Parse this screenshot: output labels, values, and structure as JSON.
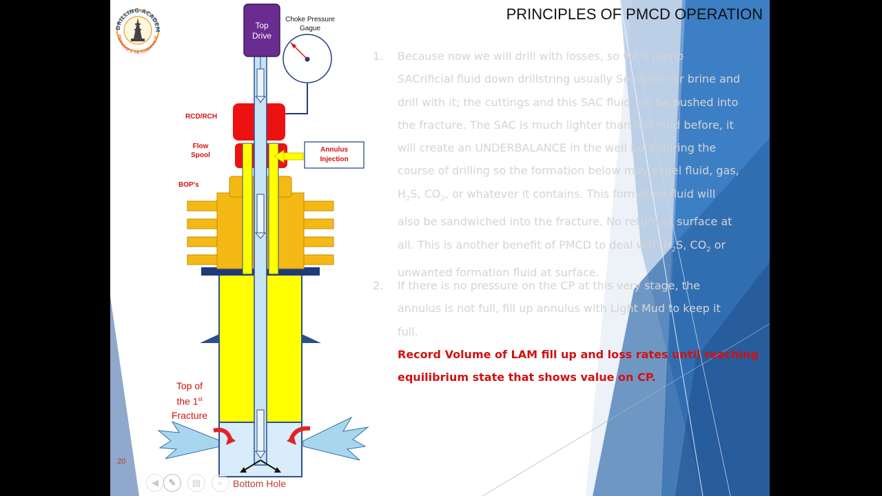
{
  "slide": {
    "title": "PRINCIPLES OF PMCD OPERATION",
    "page_number": "20",
    "logo": {
      "ring_text": "DRILLING-ACADEMY.COM",
      "tagline": "KNOWLEDGE IS THE FOUNDATION OF SUCCESS"
    },
    "items": [
      {
        "number": "1.",
        "lines": [
          "Because now we will drill with losses, so we’ll pump",
          "SACrificial fluid down drillstring usually SeaWater or brine and",
          "drill with it; the cuttings and this SAC fluid will be pushed into",
          "the fracture. The SAC is much lighter than the mud before, it",
          "will create an UNDERBALANCE in the well bore during the",
          "course of drilling so the formation below may expel fluid, gas,"
        ],
        "line7": {
          "h": "H",
          "h_sub": "2",
          "s": "S, CO",
          "co_sub": "2",
          "rest": ", or whatever it contains. This formation fluid will"
        },
        "line8": "also be sandwiched into the fracture. No return at surface at",
        "line9": {
          "pre": "all. This is another benefit of PMCD to deal with H",
          "h_sub": "2",
          "s": "S, CO",
          "co_sub": "2",
          "rest": " or"
        },
        "line10": "unwanted formation fluid at surface."
      },
      {
        "number": "2.",
        "lines": [
          "If there is no pressure on the CP at this very stage, the",
          "annulus is not full, fill up annulus with Light Mud to keep it",
          "full."
        ]
      }
    ],
    "highlight_lines": [
      "Record Volume of LAM fill up and loss rates  until reaching",
      "equilibrium state that shows value on CP."
    ]
  },
  "diagram": {
    "top_drive": [
      "Top",
      "Drive"
    ],
    "gauge_label": [
      "Choke Pressure",
      "Gague"
    ],
    "rcd_label": "RCD/RCH",
    "flow_spool": [
      "Flow",
      "Spool"
    ],
    "annulus_injection": [
      "Annulus",
      "Injection"
    ],
    "bops_label": "BOP’s",
    "fracture_label": {
      "line1": "Top of",
      "line2_pre": "the 1",
      "line2_sup": "st",
      "line3": "Fracture"
    },
    "bottom_hole": "Bottom Hole"
  },
  "player": {
    "controls": [
      "previous-icon",
      "pen-icon",
      "slides-icon",
      "zoom-icon"
    ]
  },
  "colors": {
    "red_text": "#d21111",
    "faded_text": "#d4d4d4",
    "bop_yellow": "#f5b915",
    "annulus_yellow": "#ffff00",
    "rcd_red": "#ee1111",
    "top_drive_purple": "#6a2c91",
    "blue_theme": "#3b7bbf"
  }
}
